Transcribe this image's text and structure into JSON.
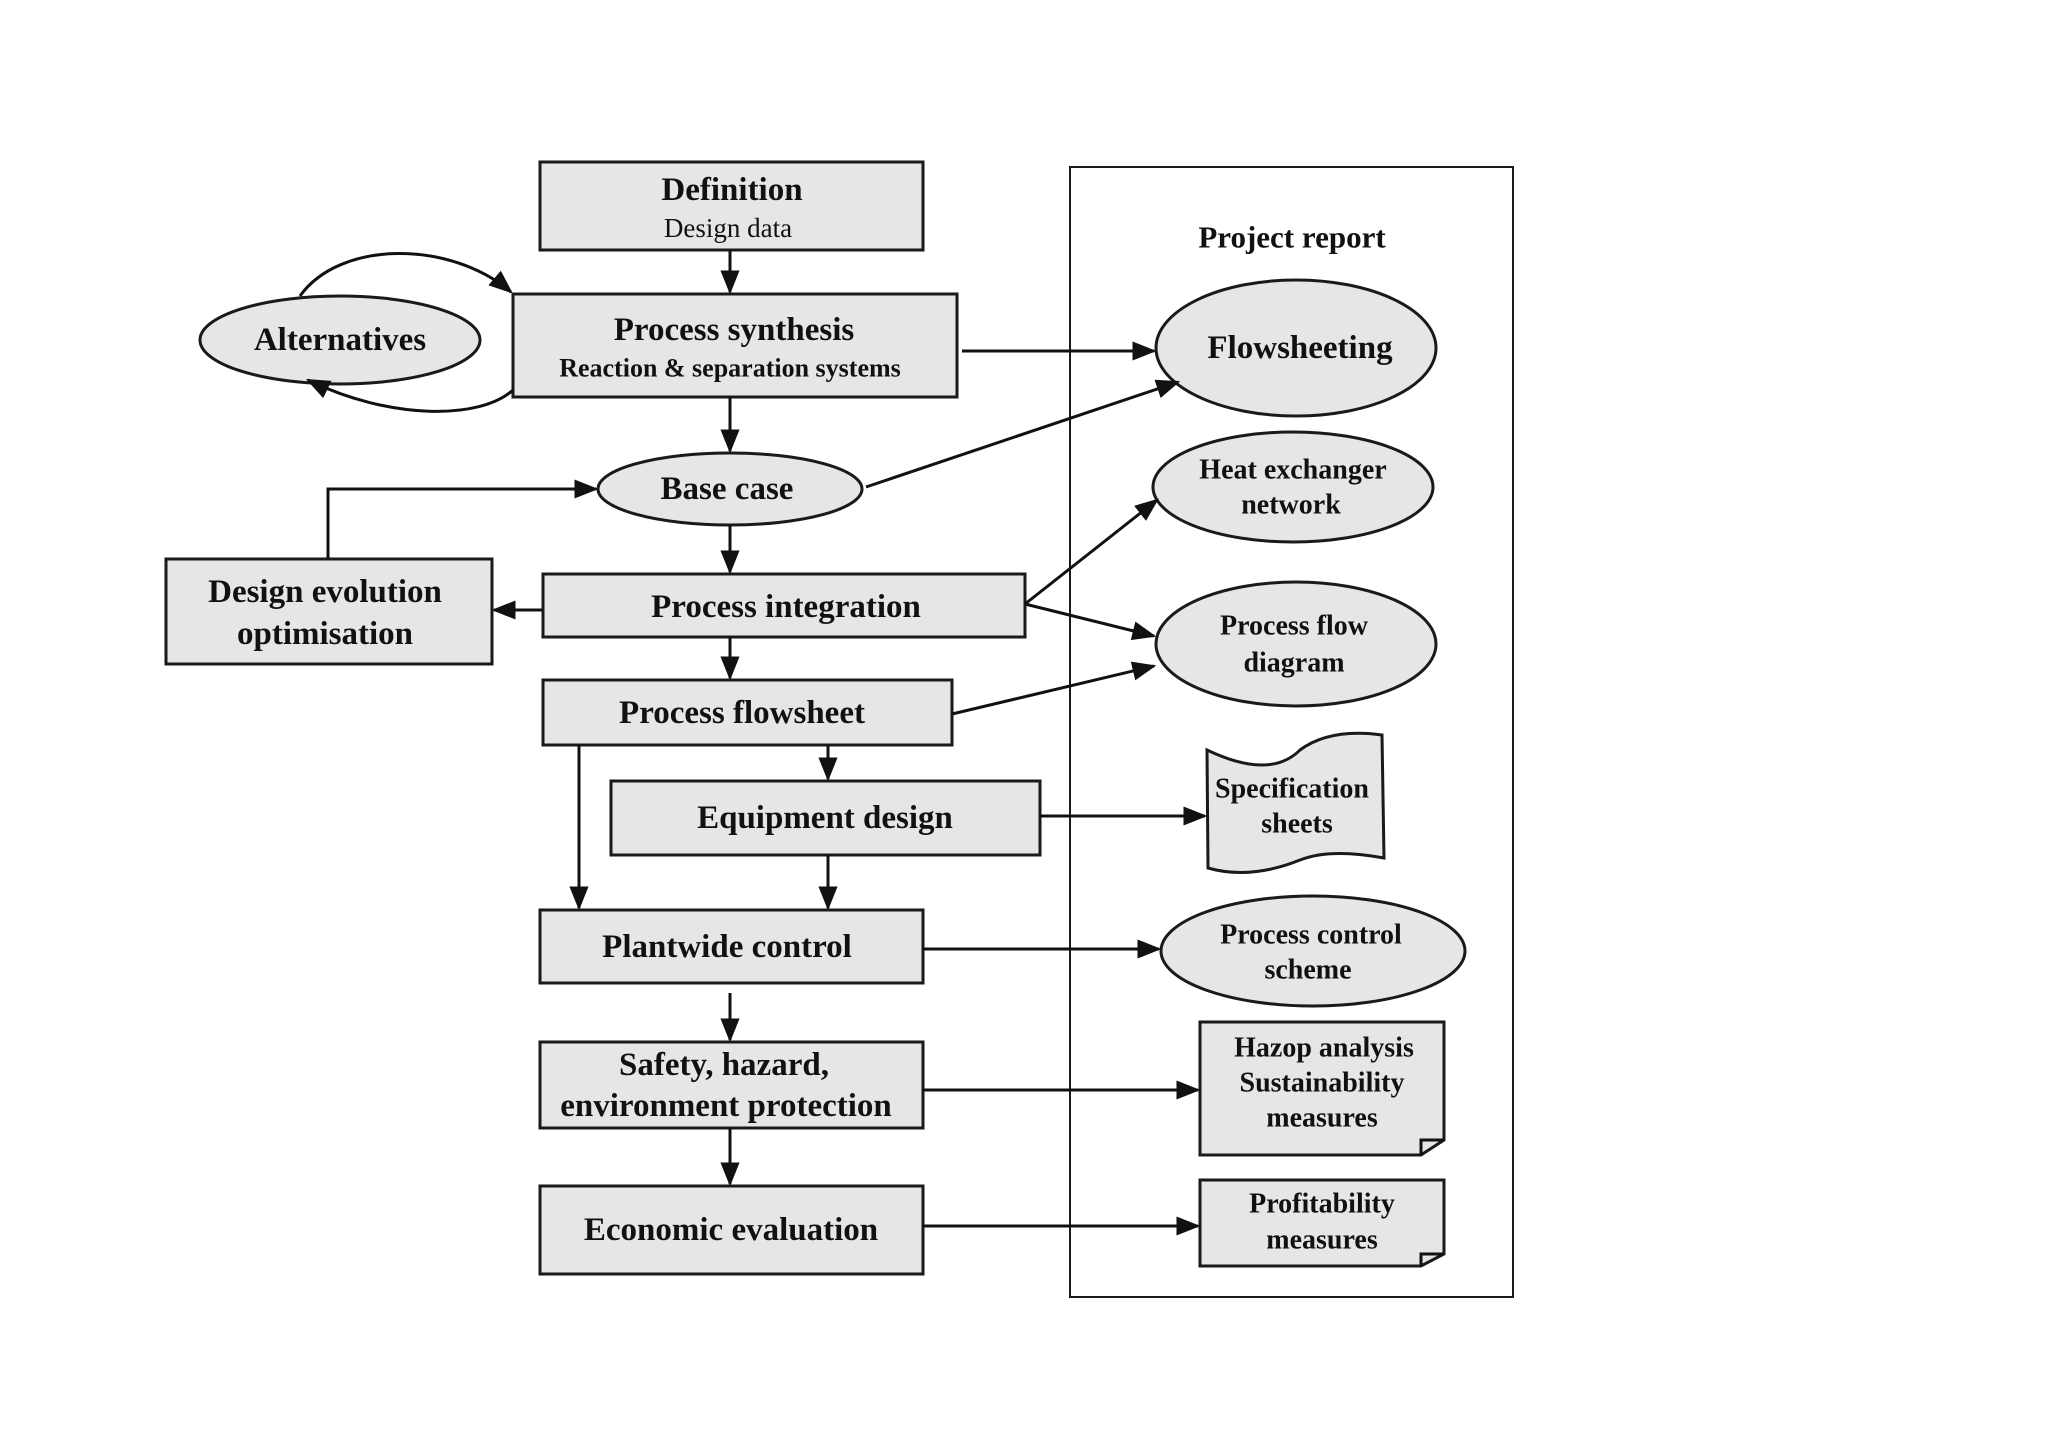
{
  "report": {
    "title": "Project report"
  },
  "nodes": {
    "definition": {
      "title": "Definition",
      "subtitle": "Design data"
    },
    "synthesis": {
      "title": "Process synthesis",
      "subtitle": "Reaction & separation systems"
    },
    "alternatives": {
      "title": "Alternatives"
    },
    "base_case": {
      "title": "Base case"
    },
    "design_evolution": {
      "line1": "Design evolution",
      "line2": "optimisation"
    },
    "integration": {
      "title": "Process integration"
    },
    "flowsheet": {
      "title": "Process flowsheet"
    },
    "equipment": {
      "title": "Equipment design"
    },
    "plantwide": {
      "title": "Plantwide control"
    },
    "safety": {
      "line1": "Safety, hazard,",
      "line2": "environment protection"
    },
    "economic": {
      "title": "Economic evaluation"
    }
  },
  "outputs": {
    "flowsheeting": {
      "title": "Flowsheeting"
    },
    "hen": {
      "line1": "Heat exchanger",
      "line2": "network"
    },
    "pfd": {
      "line1": "Process flow",
      "line2": "diagram"
    },
    "spec": {
      "line1": "Specification",
      "line2": "sheets"
    },
    "control": {
      "line1": "Process control",
      "line2": "scheme"
    },
    "hazop": {
      "line1": "Hazop  analysis",
      "line2": "Sustainability",
      "line3": "measures"
    },
    "profit": {
      "line1": "Profitability",
      "line2": "measures"
    }
  }
}
